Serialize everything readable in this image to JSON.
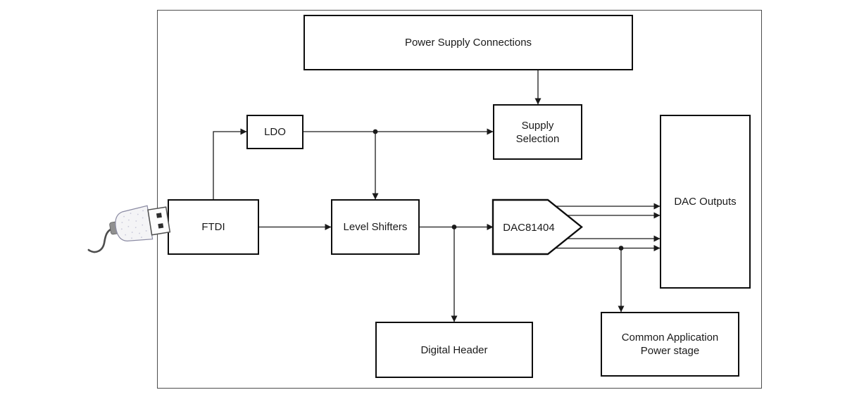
{
  "diagram": {
    "type": "block-diagram",
    "blocks": {
      "power_supply": {
        "label": "Power Supply Connections"
      },
      "ldo": {
        "label": "LDO"
      },
      "supply_selection": {
        "line1": "Supply",
        "line2": "Selection"
      },
      "ftdi": {
        "label": "FTDI"
      },
      "level_shifters": {
        "label": "Level Shifters"
      },
      "dac": {
        "label": "DAC81404"
      },
      "dac_outputs": {
        "label": "DAC Outputs"
      },
      "digital_header": {
        "label": "Digital Header"
      },
      "common_app": {
        "line1": "Common Application",
        "line2": "Power stage"
      }
    },
    "connections": [
      {
        "from": "Power Supply Connections",
        "to": "Supply Selection"
      },
      {
        "from": "FTDI",
        "to": "LDO"
      },
      {
        "from": "LDO",
        "to": "Supply Selection"
      },
      {
        "from": "LDO",
        "to": "Level Shifters"
      },
      {
        "from": "FTDI",
        "to": "Level Shifters"
      },
      {
        "from": "Level Shifters",
        "to": "DAC81404"
      },
      {
        "from": "Level Shifters",
        "to": "Digital Header"
      },
      {
        "from": "DAC81404",
        "to": "DAC Outputs",
        "lines": 4
      },
      {
        "from": "DAC81404",
        "to": "Common Application Power stage"
      },
      {
        "from": "USB",
        "to": "FTDI"
      }
    ],
    "colors": {
      "background": "#ffffff",
      "box_border": "#0d0d0d",
      "outer_border": "#4d4d4d",
      "line": "#1a1a1a",
      "text": "#1a1a1a"
    },
    "icons": {
      "usb": "usb-plug-icon"
    }
  }
}
